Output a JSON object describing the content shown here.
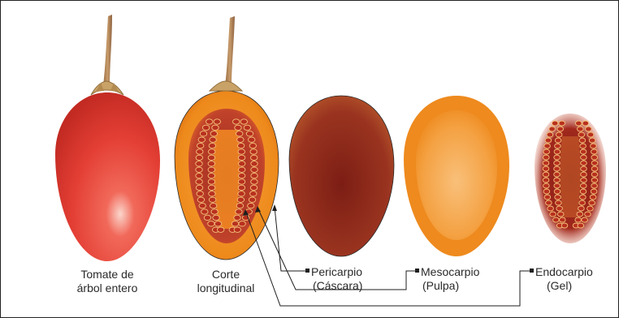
{
  "captions": {
    "whole_line1": "Tomate de",
    "whole_line2": "árbol entero",
    "section_line1": "Corte",
    "section_line2": "longitudinal"
  },
  "parts": [
    {
      "name": "Pericarpio",
      "sub": "(Cáscara)"
    },
    {
      "name": "Mesocarpio",
      "sub": "(Pulpa)"
    },
    {
      "name": "Endocarpio",
      "sub": "(Gel)"
    }
  ],
  "colors": {
    "skin_red": "#e8453b",
    "pericarp_dark": "#8a2a1e",
    "mesocarp_orange": "#f08a1e",
    "seed_red": "#b8301f",
    "stem": "#b78a5c",
    "calyx": "#c9a267"
  }
}
